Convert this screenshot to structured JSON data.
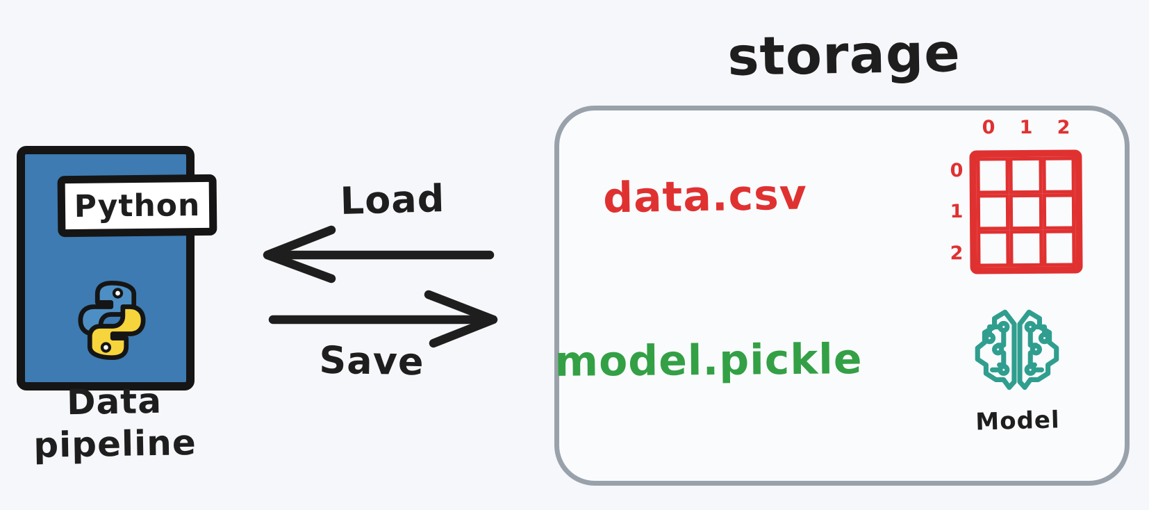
{
  "colors": {
    "background": "#f6f7fa",
    "ink": "#1e1e1e",
    "card_blue": "#3d7bb2",
    "python_snake_blue": "#4d8fc4",
    "python_snake_yellow": "#f6d43c",
    "csv_red": "#e03131",
    "pickle_green": "#33a045",
    "model_teal": "#2f9e8f",
    "storage_box_border": "#99a1aa"
  },
  "pipeline": {
    "logo_label": "Python",
    "caption_line1": "Data",
    "caption_line2": "pipeline",
    "icon": "python-logo-icon"
  },
  "arrows": {
    "load_label": "Load",
    "save_label": "Save"
  },
  "storage": {
    "title": "storage",
    "files": [
      {
        "name": "data.csv",
        "color": "#e03131",
        "icon": "csv-grid-icon"
      },
      {
        "name": "model.pickle",
        "color": "#33a045",
        "icon": "circuit-brain-icon"
      }
    ],
    "csv_grid": {
      "rows": 3,
      "cols": 3,
      "col_labels": [
        "0",
        "1",
        "2"
      ],
      "row_labels": [
        "0",
        "1",
        "2"
      ]
    },
    "model_caption": "Model"
  }
}
